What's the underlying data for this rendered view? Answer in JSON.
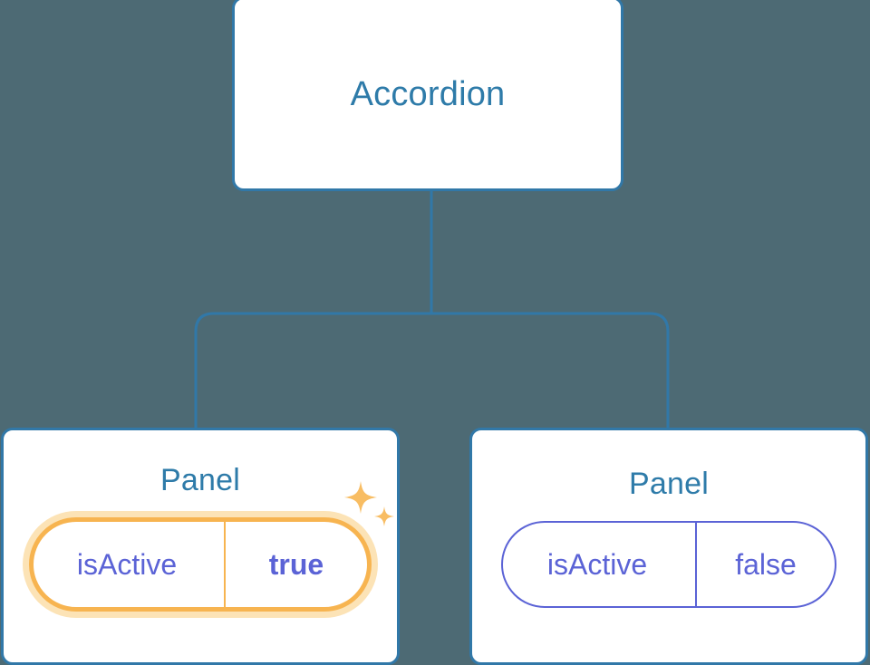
{
  "diagram": {
    "type": "component-tree",
    "background_color": "#4d6a74",
    "edge_color": "#3178a8",
    "card_border_color": "#3178a8",
    "title_color": "#2e7ba9",
    "prop_color": "#5b63d6",
    "highlight_color": "#f7b450",
    "highlight_glow_color": "#fce3b6"
  },
  "root": {
    "title": "Accordion"
  },
  "children": [
    {
      "title": "Panel",
      "highlighted": true,
      "prop": {
        "name": "isActive",
        "value": "true"
      },
      "sparkle_icon": "sparkles-icon"
    },
    {
      "title": "Panel",
      "highlighted": false,
      "prop": {
        "name": "isActive",
        "value": "false"
      }
    }
  ]
}
